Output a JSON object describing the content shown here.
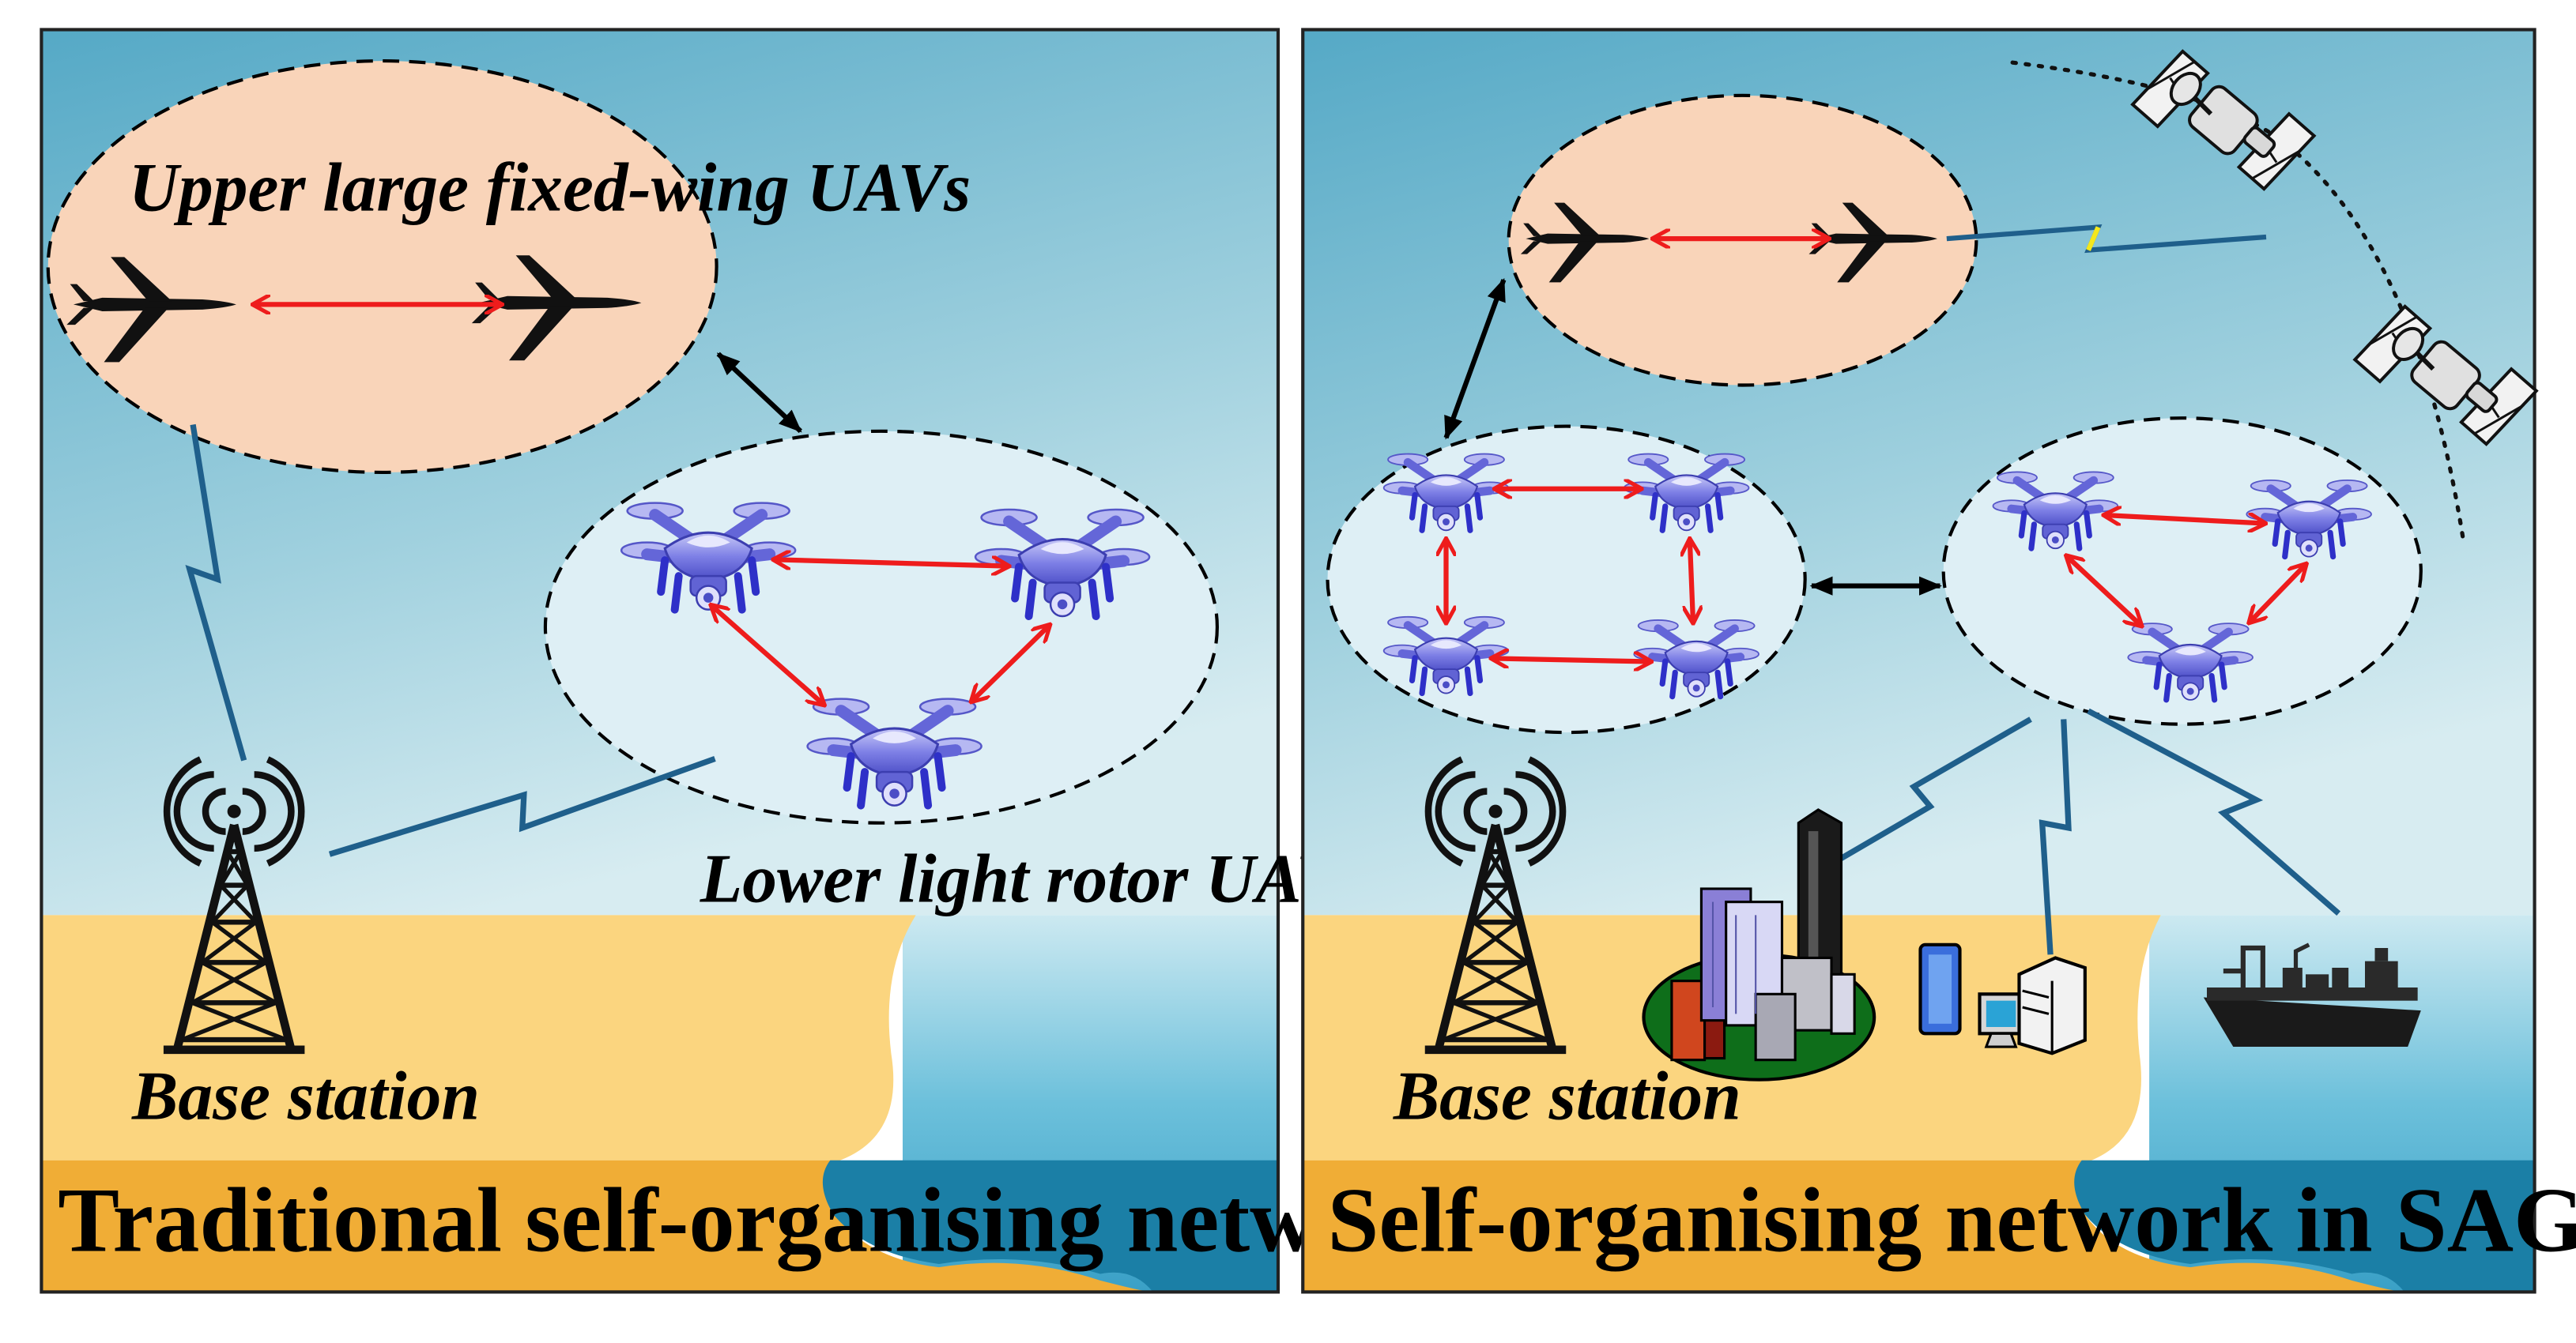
{
  "panels": [
    {
      "caption": "Traditional self-organising network",
      "upper_label": "Upper large fixed-wing UAVs",
      "lower_label": "Lower light rotor UAVs",
      "base_label": "Base station"
    },
    {
      "caption": "Self-organising network in SAGIN",
      "base_label": "Base station"
    }
  ],
  "colors": {
    "sky_top": "#55a9c6",
    "sky_bottom": "#d7ecf1",
    "sand": "#fbd57f",
    "sand_dark": "#f0ad36",
    "sea_light": "#cce9f1",
    "sea_mid": "#5cb7d5",
    "sea_deep": "#1b7fa6",
    "fixed_wing_ellipse": "#f9d4b9",
    "rotor_ellipse": "#deeff5",
    "link_red": "#ee1c1c",
    "wireless_blue": "#1f5f8b",
    "drone_purple": "#7e80e6"
  },
  "icons": [
    "fixed-wing-uav-icon",
    "rotor-uav-icon",
    "base-station-icon",
    "satellite-icon",
    "city-icon",
    "terminal-icon",
    "ship-icon"
  ]
}
